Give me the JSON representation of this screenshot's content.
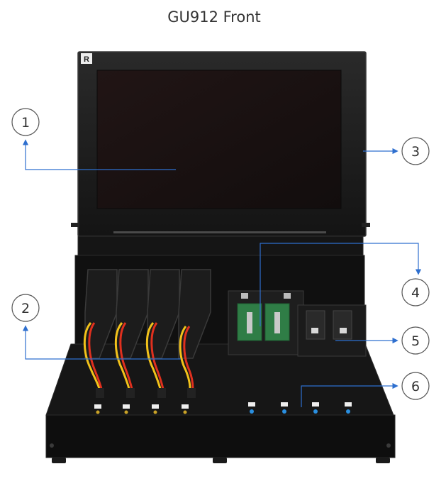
{
  "title": "GU912 Front",
  "brand_logo_text": "R",
  "callouts": [
    {
      "number": "1"
    },
    {
      "number": "2"
    },
    {
      "number": "3"
    },
    {
      "number": "4"
    },
    {
      "number": "5"
    },
    {
      "number": "6"
    }
  ],
  "colors": {
    "callout_line": "#2e6fcf",
    "device_body": "#121212",
    "screen": "#1a1313",
    "pcb": "#2f7d46",
    "cable_yellow": "#f2c21a",
    "cable_red": "#e0301e"
  }
}
